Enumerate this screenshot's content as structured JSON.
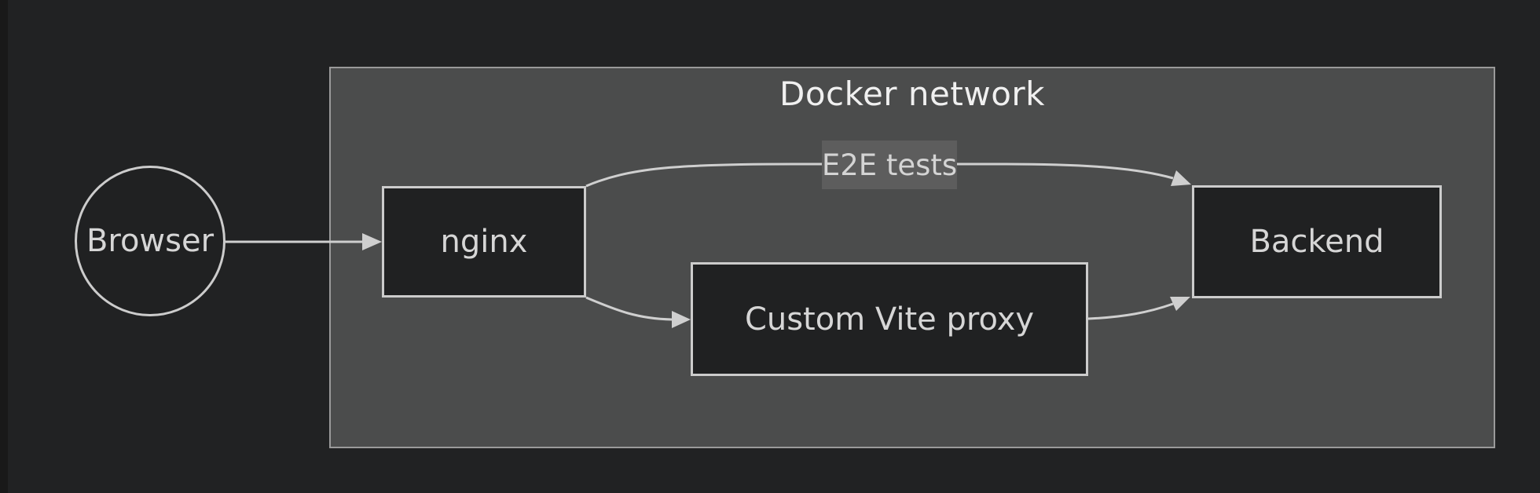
{
  "diagram": {
    "title": "Docker network",
    "nodes": {
      "browser": {
        "label": "Browser",
        "shape": "circle"
      },
      "nginx": {
        "label": "nginx",
        "shape": "rect"
      },
      "vite_proxy": {
        "label": "Custom Vite proxy",
        "shape": "rect"
      },
      "backend": {
        "label": "Backend",
        "shape": "rect"
      }
    },
    "edges": [
      {
        "from": "Browser",
        "to": "nginx",
        "label": ""
      },
      {
        "from": "nginx",
        "to": "Backend",
        "label": "E2E tests"
      },
      {
        "from": "nginx",
        "to": "Custom Vite proxy",
        "label": ""
      },
      {
        "from": "Custom Vite proxy",
        "to": "Backend",
        "label": ""
      }
    ]
  },
  "colors": {
    "page-bg": "#212223",
    "left-strip": "#191919",
    "cluster-bg": "#4b4c4c",
    "cluster-border": "#9a9a9a",
    "node-bg": "#202122",
    "node-border": "#cccccc",
    "node-text": "#d6d6d6",
    "title-text": "#f0f0f0",
    "edge": "#cfcfcf",
    "edge-label-bg": "#5d5d5d",
    "edge-label-text": "#d4d4d4"
  }
}
